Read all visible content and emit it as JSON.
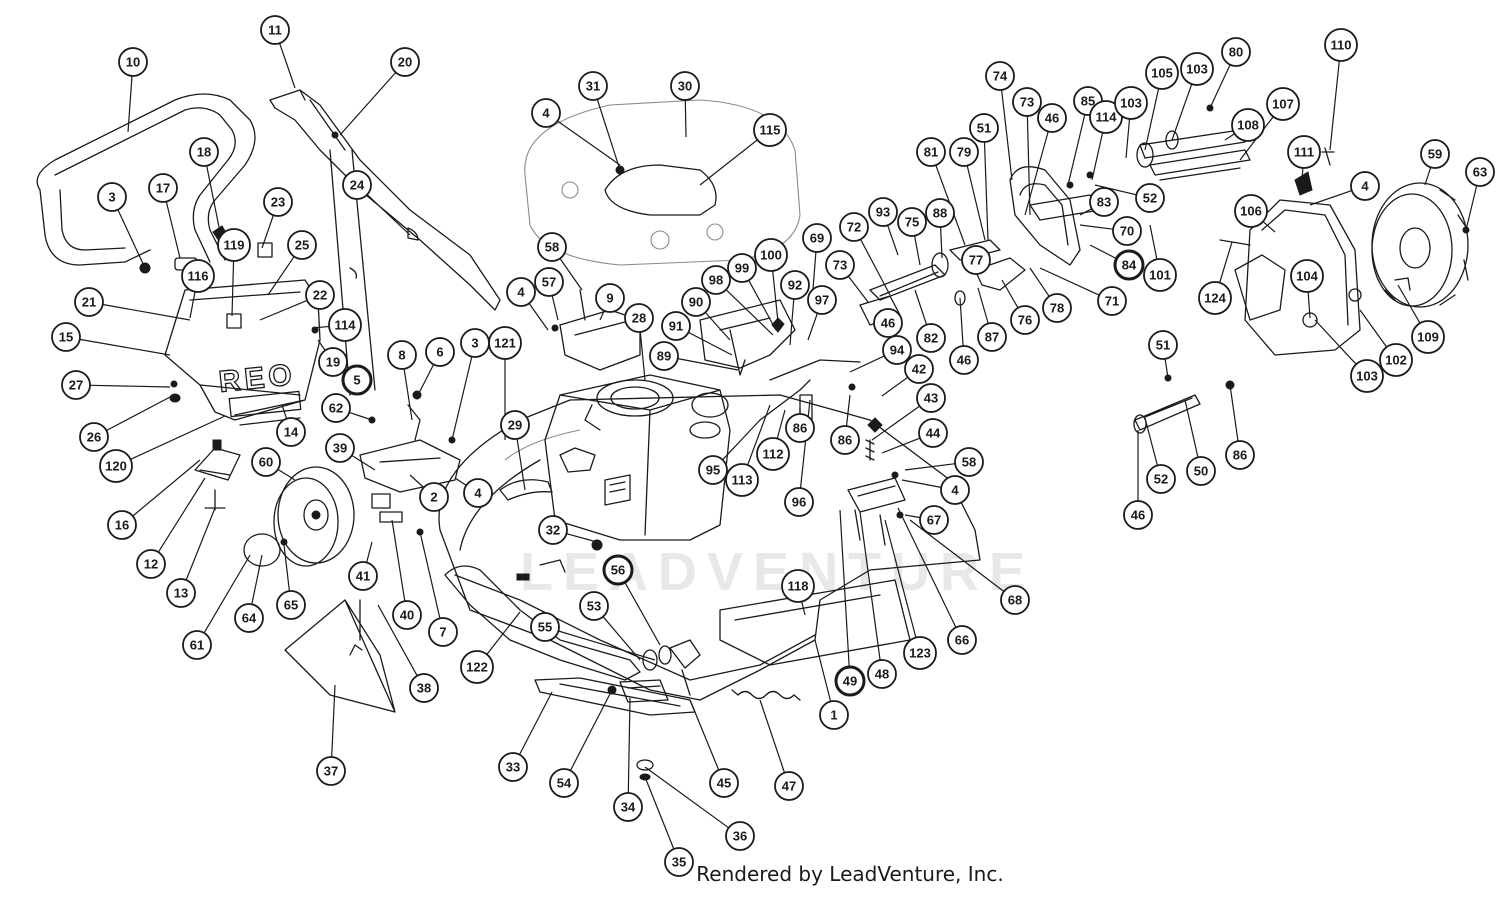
{
  "footer": {
    "credit": "Rendered by LeadVenture, Inc."
  },
  "decals": {
    "brand": "REO",
    "watermark": "LEADVENTURE"
  },
  "callouts": [
    {
      "label": "10",
      "bold": false
    },
    {
      "label": "11",
      "bold": false
    },
    {
      "label": "20",
      "bold": false
    },
    {
      "label": "3",
      "bold": false
    },
    {
      "label": "17",
      "bold": false
    },
    {
      "label": "18",
      "bold": false
    },
    {
      "label": "23",
      "bold": false
    },
    {
      "label": "24",
      "bold": false
    },
    {
      "label": "119",
      "bold": false
    },
    {
      "label": "116",
      "bold": false
    },
    {
      "label": "25",
      "bold": false
    },
    {
      "label": "21",
      "bold": false
    },
    {
      "label": "22",
      "bold": false
    },
    {
      "label": "15",
      "bold": false
    },
    {
      "label": "114",
      "bold": false
    },
    {
      "label": "19",
      "bold": false
    },
    {
      "label": "8",
      "bold": false
    },
    {
      "label": "6",
      "bold": false
    },
    {
      "label": "3",
      "bold": false
    },
    {
      "label": "121",
      "bold": false
    },
    {
      "label": "5",
      "bold": true
    },
    {
      "label": "27",
      "bold": false
    },
    {
      "label": "62",
      "bold": false
    },
    {
      "label": "26",
      "bold": false
    },
    {
      "label": "14",
      "bold": false
    },
    {
      "label": "120",
      "bold": false
    },
    {
      "label": "39",
      "bold": false
    },
    {
      "label": "60",
      "bold": false
    },
    {
      "label": "2",
      "bold": false
    },
    {
      "label": "4",
      "bold": false
    },
    {
      "label": "16",
      "bold": false
    },
    {
      "label": "12",
      "bold": false
    },
    {
      "label": "13",
      "bold": false
    },
    {
      "label": "61",
      "bold": false
    },
    {
      "label": "64",
      "bold": false
    },
    {
      "label": "65",
      "bold": false
    },
    {
      "label": "41",
      "bold": false
    },
    {
      "label": "40",
      "bold": false
    },
    {
      "label": "7",
      "bold": false
    },
    {
      "label": "38",
      "bold": false
    },
    {
      "label": "37",
      "bold": false
    },
    {
      "label": "4",
      "bold": false
    },
    {
      "label": "31",
      "bold": false
    },
    {
      "label": "30",
      "bold": false
    },
    {
      "label": "115",
      "bold": false
    },
    {
      "label": "58",
      "bold": false
    },
    {
      "label": "4",
      "bold": false
    },
    {
      "label": "57",
      "bold": false
    },
    {
      "label": "9",
      "bold": false
    },
    {
      "label": "28",
      "bold": false
    },
    {
      "label": "90",
      "bold": false
    },
    {
      "label": "98",
      "bold": false
    },
    {
      "label": "99",
      "bold": false
    },
    {
      "label": "100",
      "bold": false
    },
    {
      "label": "91",
      "bold": false
    },
    {
      "label": "89",
      "bold": false
    },
    {
      "label": "92",
      "bold": false
    },
    {
      "label": "97",
      "bold": false
    },
    {
      "label": "69",
      "bold": false
    },
    {
      "label": "29",
      "bold": false
    },
    {
      "label": "94",
      "bold": false
    },
    {
      "label": "95",
      "bold": false
    },
    {
      "label": "113",
      "bold": false
    },
    {
      "label": "112",
      "bold": false
    },
    {
      "label": "86",
      "bold": false
    },
    {
      "label": "86",
      "bold": false
    },
    {
      "label": "96",
      "bold": false
    },
    {
      "label": "42",
      "bold": false
    },
    {
      "label": "43",
      "bold": false
    },
    {
      "label": "44",
      "bold": false
    },
    {
      "label": "58",
      "bold": false
    },
    {
      "label": "4",
      "bold": false
    },
    {
      "label": "67",
      "bold": false
    },
    {
      "label": "68",
      "bold": false
    },
    {
      "label": "32",
      "bold": false
    },
    {
      "label": "56",
      "bold": true
    },
    {
      "label": "118",
      "bold": false
    },
    {
      "label": "53",
      "bold": false
    },
    {
      "label": "55",
      "bold": false
    },
    {
      "label": "122",
      "bold": false
    },
    {
      "label": "49",
      "bold": true
    },
    {
      "label": "48",
      "bold": false
    },
    {
      "label": "123",
      "bold": false
    },
    {
      "label": "66",
      "bold": false
    },
    {
      "label": "1",
      "bold": false
    },
    {
      "label": "33",
      "bold": false
    },
    {
      "label": "54",
      "bold": false
    },
    {
      "label": "34",
      "bold": false
    },
    {
      "label": "45",
      "bold": false
    },
    {
      "label": "47",
      "bold": false
    },
    {
      "label": "36",
      "bold": false
    },
    {
      "label": "35",
      "bold": false
    },
    {
      "label": "72",
      "bold": false
    },
    {
      "label": "93",
      "bold": false
    },
    {
      "label": "73",
      "bold": false
    },
    {
      "label": "75",
      "bold": false
    },
    {
      "label": "88",
      "bold": false
    },
    {
      "label": "81",
      "bold": false
    },
    {
      "label": "79",
      "bold": false
    },
    {
      "label": "51",
      "bold": false
    },
    {
      "label": "74",
      "bold": false
    },
    {
      "label": "73",
      "bold": false
    },
    {
      "label": "46",
      "bold": false
    },
    {
      "label": "85",
      "bold": false
    },
    {
      "label": "114",
      "bold": false
    },
    {
      "label": "103",
      "bold": false
    },
    {
      "label": "105",
      "bold": false
    },
    {
      "label": "103",
      "bold": false
    },
    {
      "label": "80",
      "bold": false
    },
    {
      "label": "108",
      "bold": false
    },
    {
      "label": "107",
      "bold": false
    },
    {
      "label": "110",
      "bold": false
    },
    {
      "label": "52",
      "bold": false
    },
    {
      "label": "83",
      "bold": false
    },
    {
      "label": "70",
      "bold": false
    },
    {
      "label": "84",
      "bold": true
    },
    {
      "label": "101",
      "bold": false
    },
    {
      "label": "77",
      "bold": false
    },
    {
      "label": "46",
      "bold": false
    },
    {
      "label": "82",
      "bold": false
    },
    {
      "label": "46",
      "bold": false
    },
    {
      "label": "87",
      "bold": false
    },
    {
      "label": "76",
      "bold": false
    },
    {
      "label": "78",
      "bold": false
    },
    {
      "label": "71",
      "bold": false
    },
    {
      "label": "111",
      "bold": false
    },
    {
      "label": "4",
      "bold": false
    },
    {
      "label": "106",
      "bold": false
    },
    {
      "label": "59",
      "bold": false
    },
    {
      "label": "63",
      "bold": false
    },
    {
      "label": "124",
      "bold": false
    },
    {
      "label": "104",
      "bold": false
    },
    {
      "label": "109",
      "bold": false
    },
    {
      "label": "102",
      "bold": false
    },
    {
      "label": "103",
      "bold": false
    },
    {
      "label": "51",
      "bold": false
    },
    {
      "label": "86",
      "bold": false
    },
    {
      "label": "52",
      "bold": false
    },
    {
      "label": "50",
      "bold": false
    },
    {
      "label": "46",
      "bold": false
    }
  ]
}
